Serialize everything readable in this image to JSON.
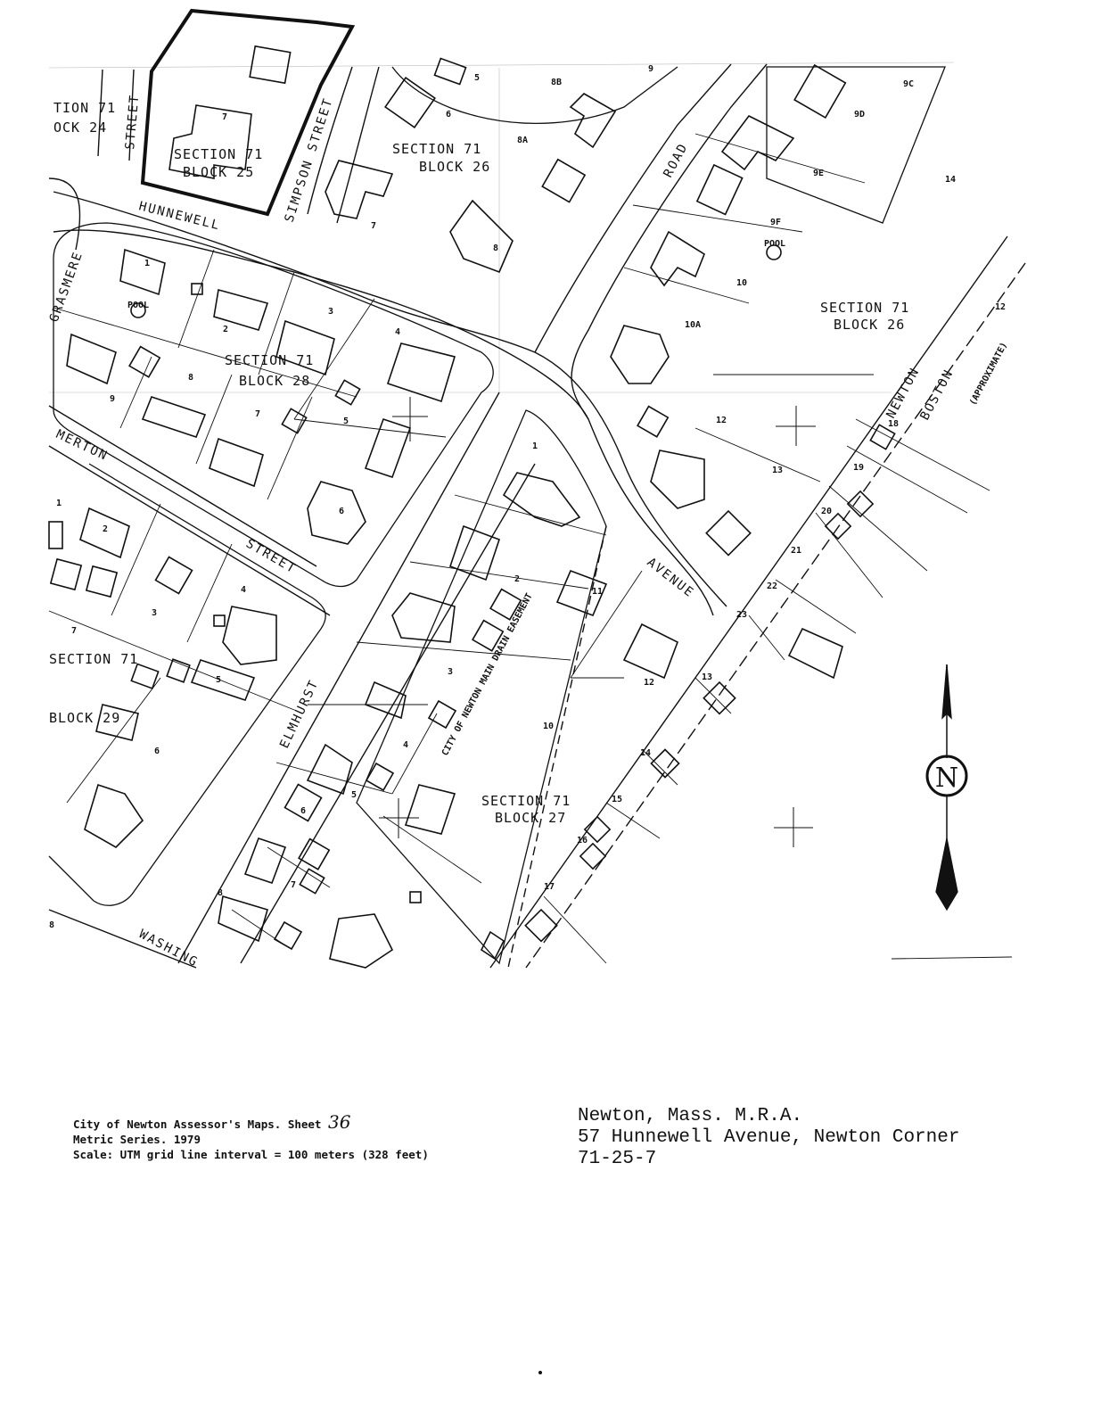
{
  "map": {
    "streets": {
      "hunnewell": "HUNNEWELL",
      "simpson": "SIMPSON STREET",
      "street_top_left": "STREET",
      "grasmere": "GRASMERE",
      "merton": "MERTON",
      "street_merton": "STREET",
      "road": "ROAD",
      "avenue": "AVENUE",
      "elmhurst": "ELMHURST",
      "washington": "WASHING",
      "newton": "NEWTON",
      "boston": "BOSTON",
      "approximate": "(APPROXIMATE)",
      "easement": "CITY OF NEWTON MAIN DRAIN EASEMENT"
    },
    "sections": {
      "s71b24_a": "TION 71",
      "s71b24_b": "OCK 24",
      "s71b25_a": "SECTION 71",
      "s71b25_b": "BLOCK 25",
      "s71b26w_a": "SECTION 71",
      "s71b26w_b": "BLOCK 26",
      "s71b26e_a": "SECTION 71",
      "s71b26e_b": "BLOCK 26",
      "s71b28_a": "SECTION 71",
      "s71b28_b": "BLOCK 28",
      "s71b27_a": "SECTION 71",
      "s71b27_b": "BLOCK 27",
      "s71b29_a": "SECTION 71",
      "s71b29_b": "BLOCK 29"
    },
    "pools": {
      "pool_a": "POOL",
      "pool_b": "POOL"
    },
    "lots": {
      "l5": "5",
      "l8b": "8B",
      "l9": "9",
      "l9c": "9C",
      "l9d": "9D",
      "l6": "6",
      "l8a": "8A",
      "l9e": "9E",
      "l14": "14",
      "l7b26": "7",
      "l8b26": "8",
      "l9f": "9F",
      "l10b26": "10",
      "l10a": "10A",
      "l12b26": "12",
      "l13b26": "13",
      "l12v": "12",
      "l18": "18",
      "l19": "19",
      "l20": "20",
      "l21": "21",
      "l22": "22",
      "l23": "23",
      "l13": "13",
      "l7b25": "7",
      "l1b28": "1",
      "l2b28": "2",
      "l3b28": "3",
      "l4b28": "4",
      "l9b28": "9",
      "l8b28": "8",
      "l7b28": "7",
      "l5b28": "5",
      "l6b28": "6",
      "l1b27": "1",
      "l2b27": "2",
      "l11b27": "11",
      "l12b27": "12",
      "l3b27": "3",
      "l10b27": "10",
      "l4b27": "4",
      "l5b27": "5",
      "l6b27": "6",
      "l7b27": "7",
      "l8b27": "8",
      "l14b27": "14",
      "l15b27": "15",
      "l16b27": "16",
      "l17b27": "17",
      "l2b29": "2",
      "l3b29": "3",
      "l4b29": "4",
      "l5b29": "5",
      "l6b29": "6",
      "l7b29": "7",
      "l8b29": "8",
      "l1b29": "1"
    },
    "north_label": "N"
  },
  "caption": {
    "line1": "City of Newton Assessor's Maps. Sheet",
    "sheet_number": "36",
    "line2": "Metric Series. 1979",
    "line3": "Scale: UTM grid line interval = 100 meters (328 feet)"
  },
  "record": {
    "line1": "Newton, Mass. M.R.A.",
    "line2": "57 Hunnewell Avenue, Newton Corner",
    "line3": "71-25-7"
  }
}
